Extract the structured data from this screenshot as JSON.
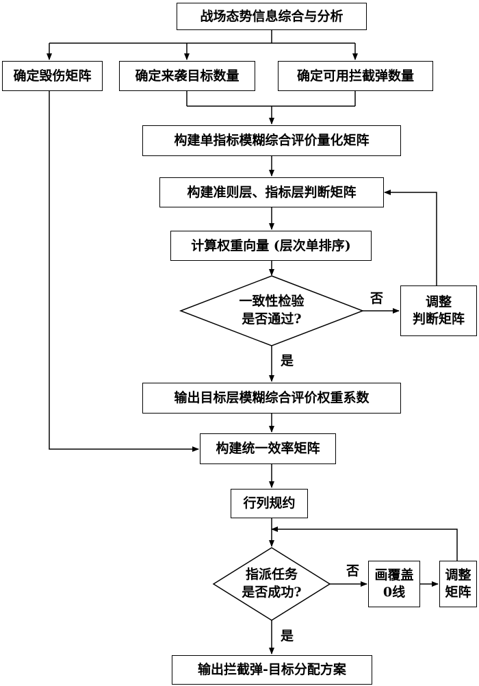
{
  "nodes": {
    "analysis": "战场态势信息综合与分析",
    "damage_matrix": "确定毁伤矩阵",
    "target_count": "确定来袭目标数量",
    "interceptor_count": "确定可用拦截弹数量",
    "fuzzy_matrix": "构建单指标模糊综合评价量化矩阵",
    "judgment_matrix": "构建准则层、指标层判断矩阵",
    "weight_vector": "计算权重向量 (层次单排序)",
    "consistency_check": {
      "line1": "一致性检验",
      "line2": "是否通过?"
    },
    "adjust_judgment": {
      "line1": "调整",
      "line2": "判断矩阵"
    },
    "output_weights": "输出目标层模糊综合评价权重系数",
    "unified_matrix": "构建统一效率矩阵",
    "row_col_reduction": "行列规约",
    "assignment_check": {
      "line1": "指派任务",
      "line2": "是否成功?"
    },
    "draw_zero_lines": {
      "line1": "画覆盖",
      "line2": "0线"
    },
    "adjust_matrix": {
      "line1": "调整",
      "line2": "矩阵"
    },
    "output_plan": "输出拦截弹-目标分配方案"
  },
  "labels": {
    "no": "否",
    "yes": "是"
  },
  "colors": {
    "stroke": "#000000",
    "fill": "#ffffff"
  }
}
